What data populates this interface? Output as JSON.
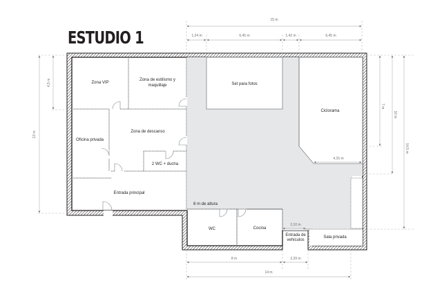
{
  "title": "ESTUDIO 1",
  "colors": {
    "wall": "#231f20",
    "studio_floor": "#e6e7e8",
    "room_floor": "#ffffff",
    "dimension_line": "#bcbec0",
    "dimension_text": "#6d6e71"
  },
  "rooms": {
    "zona_vip": "Zona VIP",
    "estilismo_1": "Zona de estilismo y",
    "estilismo_2": "maquillaje",
    "oficina": "Oficina privada",
    "descanso": "Zona de descanso",
    "wc_ducha": "2 WC + ducha",
    "entrada_principal": "Entrada principal",
    "set_fotos": "Set para fotos",
    "ciclorama": "Ciclorama",
    "altura": "6 m de altura",
    "wc": "WC",
    "cocina": "Cocina",
    "entrada_vehiculos_1": "Entrada de",
    "entrada_vehiculos_2": "vehículos",
    "sala_privada": "Sala privada"
  },
  "dimensions": {
    "top_total": "15 m",
    "top_1": "1,24 m",
    "top_2": "6,45 m",
    "top_3": "1,42 m",
    "top_4": "6,45 m",
    "left_total": "13 m",
    "left_vip": "4,5 m",
    "right_7": "7 m",
    "right_10": "10 m",
    "right_14_5": "14,5 m",
    "ciclorama_width": "4,15 m",
    "vehicle_door": "2,10 m",
    "bottom_8": "8  m",
    "bottom_2_29": "2,29 m",
    "bottom_total": "14 m"
  }
}
